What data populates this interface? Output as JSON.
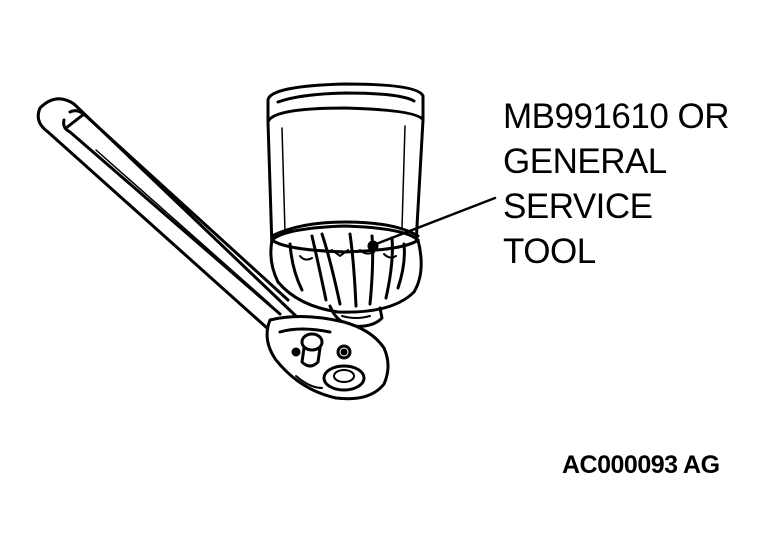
{
  "callout": {
    "lines": [
      "MB991610 OR",
      "GENERAL",
      "SERVICE",
      "TOOL"
    ]
  },
  "figure_id": "AC000093 AG",
  "colors": {
    "ink": "#000000",
    "paper": "#ffffff"
  }
}
